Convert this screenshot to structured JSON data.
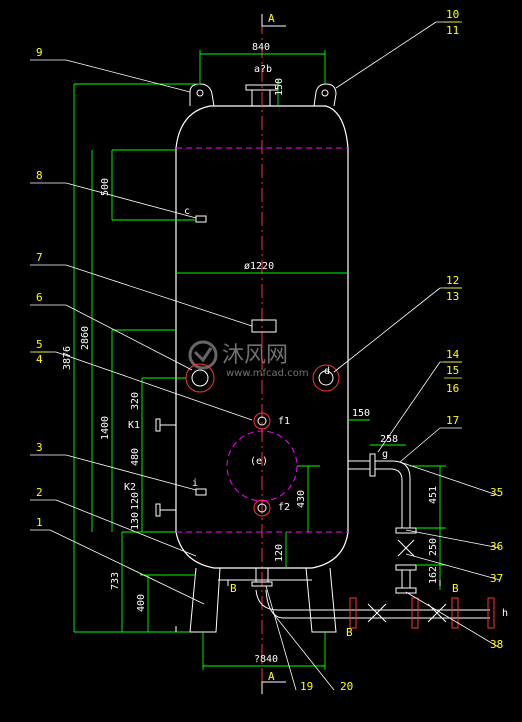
{
  "colors": {
    "background": "#000000",
    "vessel": "#ffffff",
    "dimension": "#00ff00",
    "label": "#ffff00",
    "centerline": "#ff3333",
    "hidden": "#ff00ff",
    "leader": "#ffffff"
  },
  "section_marks": {
    "top": "A",
    "bottom": "A",
    "side_b1": "B",
    "side_b2": "B",
    "side_b3": "B"
  },
  "part_labels": {
    "p1": "1",
    "p2": "2",
    "p3": "3",
    "p4": "4",
    "p5": "5",
    "p6": "6",
    "p7": "7",
    "p8": "8",
    "p9": "9",
    "p10": "10",
    "p11": "11",
    "p12": "12",
    "p13": "13",
    "p14": "14",
    "p15": "15",
    "p16": "16",
    "p17": "17",
    "p19": "19",
    "p20": "20",
    "p35": "35",
    "p36": "36",
    "p37": "37",
    "p38": "38"
  },
  "nozzle_labels": {
    "ab": "a?b",
    "c": "c",
    "d": "d",
    "e": "(e)",
    "f1": "f1",
    "f2": "f2",
    "g": "g",
    "h": "h",
    "i": "i",
    "k1": "K1",
    "k2": "K2"
  },
  "dimensions": {
    "top_width": "840",
    "top_nozzle": "150",
    "diameter": "ø1220",
    "d500": "500",
    "d2860": "2860",
    "d3876": "3876",
    "d1400": "1400",
    "d320": "320",
    "d480": "480",
    "d120a": "120",
    "d130": "130",
    "d430": "430",
    "d150": "150",
    "d258": "258",
    "d451": "451",
    "d250": "250",
    "d162": "162",
    "d120b": "120",
    "d400": "400",
    "d733": "733",
    "bottom_width": "?840"
  },
  "watermark": {
    "cn_text": "沐风网",
    "url": "www.mfcad.com"
  }
}
